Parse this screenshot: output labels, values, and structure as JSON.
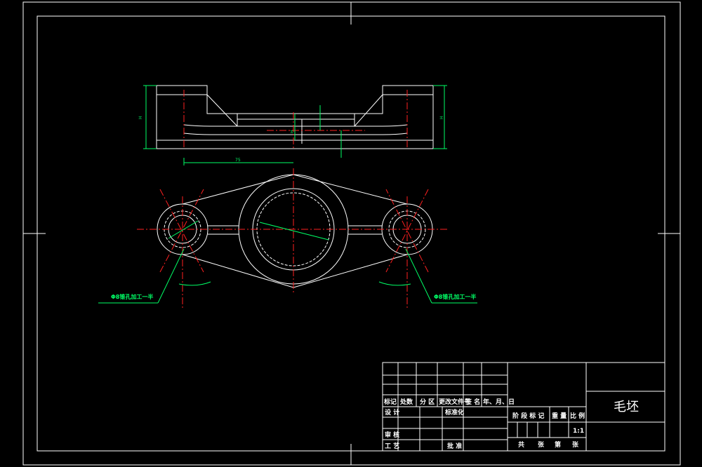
{
  "drawing": {
    "title": "毛坯",
    "scale": "1:1",
    "notes": {
      "left": "Φ8锥孔加工一半",
      "right": "Φ8锥孔加工一半"
    },
    "dims": {
      "top_left_height": "H",
      "top_right_height": "H",
      "center_height": "H",
      "span": "75"
    },
    "title_block": {
      "header_row": [
        "标记",
        "处数",
        "分 区",
        "更改文件号",
        "签 名",
        "年、月、日"
      ],
      "sign_rows": [
        {
          "label": "设 计",
          "extra": "标准化"
        },
        {
          "label": "审 核",
          "extra": ""
        },
        {
          "label": "工 艺",
          "extra": "批 准"
        }
      ],
      "stage_header": [
        "阶 段 标 记",
        "重 量",
        "比 例"
      ],
      "sheet_row": [
        "共",
        "张",
        "第",
        "张"
      ]
    },
    "colors": {
      "outline": "#ffffff",
      "center_line": "#ff2020",
      "dimension": "#00ff66",
      "background": "#000000"
    }
  }
}
